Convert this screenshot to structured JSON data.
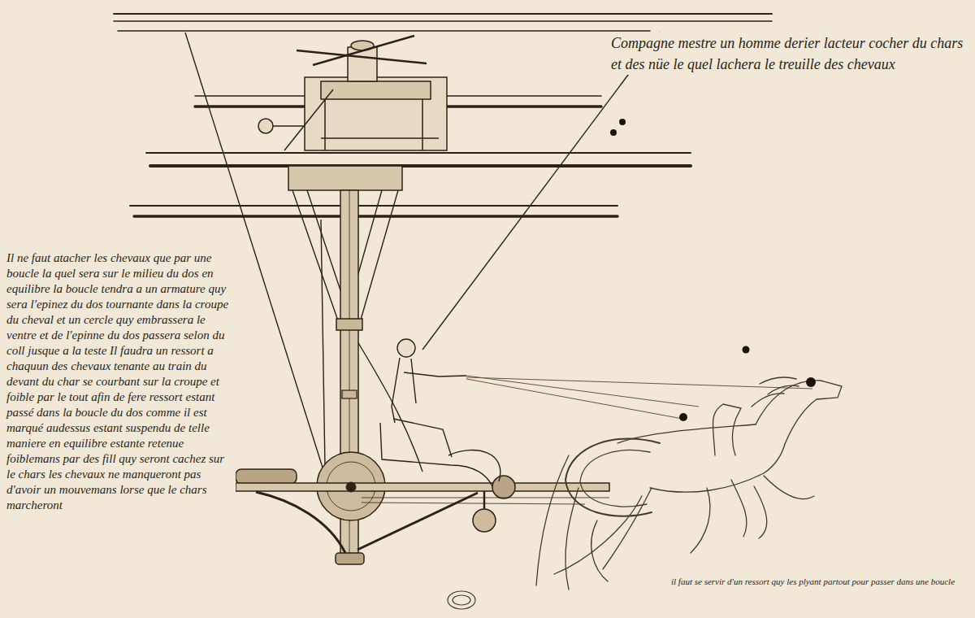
{
  "diagram": {
    "labels": [
      "Compagne mestre un homme derier lacteur cocher du chars et des nüe le quel lachera le treuille des chevaux",
      "Il ne faut atacher les chevaux que par une boucle la quel sera sur le milieu du dos en equilibre la boucle tendra a un armature quy sera l'epinez du dos tournante dans la croupe du cheval et un cercle quy embrassera le ventre et de l'epinne du dos passera selon du coll jusque a la teste Il faudra un ressort a chaquun des chevaux tenante au train du devant du char se courbant sur la croupe et foible par le tout afin de fere ressort estant passé dans la boucle du dos comme il est marqué audessus estant suspendu de telle maniere en equilibre estante retenue foiblemans par des fill quy seront cachez sur le chars les chevaux ne manqueront pas d'avoir un mouvemans lorse que le chars marcheront",
      "il faut se servir d'un ressort quy les plyant partout pour passer dans une boucle"
    ]
  }
}
